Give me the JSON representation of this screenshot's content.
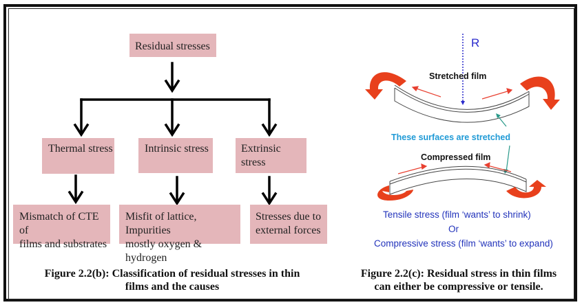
{
  "left_figure": {
    "root": "Residual stresses",
    "categories": [
      {
        "name": "Thermal stress",
        "cause_lines": [
          "Mismatch of CTE of",
          "films and substrates"
        ]
      },
      {
        "name": "Intrinsic stress",
        "cause_lines": [
          "Misfit of lattice, Impurities",
          "mostly oxygen & hydrogen"
        ]
      },
      {
        "name": "Extrinsic stress",
        "cause_lines": [
          "Stresses due to",
          "external forces"
        ]
      }
    ],
    "caption_lines": [
      "Figure 2.2(b): Classification of residual stresses in thin",
      "films and the causes"
    ],
    "box_color": "#e4b6ba"
  },
  "right_figure": {
    "radius_label": "R",
    "stretched_label": "Stretched film",
    "surfaces_label": "These surfaces are stretched",
    "compressed_label": "Compressed film",
    "explanation_lines": [
      "Tensile stress (film ‘wants’ to shrink)",
      "Or",
      "Compressive stress (film ‘wants’ to expand)"
    ],
    "caption_lines": [
      "Figure 2.2(c): Residual stress in thin films",
      "can either be compressive or tensile."
    ],
    "colors": {
      "arrow_red": "#e8401c",
      "label_cyan": "#1f9ad6",
      "text_blue": "#2233bb",
      "radius_blue": "#2a2acc",
      "pointer_teal": "#2a9a8a"
    }
  }
}
